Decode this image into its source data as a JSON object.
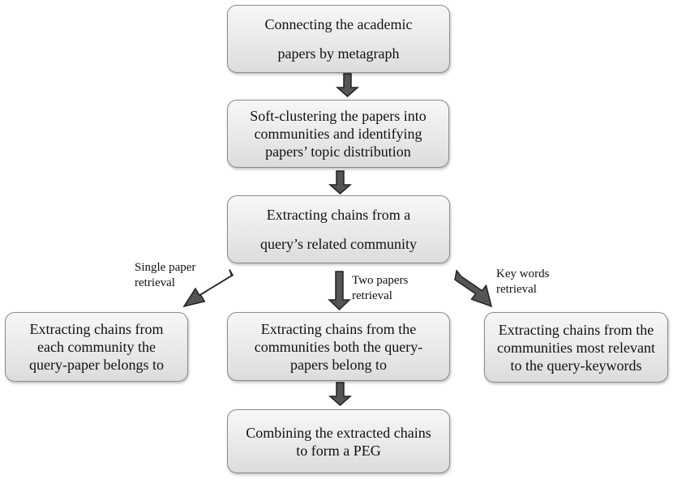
{
  "boxes": {
    "step1": [
      "Connecting the academic",
      "papers  by metagraph"
    ],
    "step2": [
      "Soft-clustering the papers into",
      "communities and identifying",
      "papers’ topic distribution"
    ],
    "step3": [
      "Extracting chains from a",
      "query’s related community"
    ],
    "single": [
      "Extracting chains from",
      "each community the",
      "query-paper belongs to"
    ],
    "two": [
      "Extracting chains from the",
      "communities both the query-",
      "papers belong to"
    ],
    "keywords": [
      "Extracting chains from the",
      "communities most relevant",
      "to the query-keywords"
    ],
    "combine": [
      "Combining the extracted chains",
      "to form a PEG"
    ]
  },
  "branch_labels": {
    "single": [
      "Single paper",
      "retrieval"
    ],
    "two": [
      "Two papers",
      "retrieval"
    ],
    "keywords": [
      "Key words",
      "retrieval"
    ]
  },
  "colors": {
    "arrow_fill": "#555555",
    "arrow_stroke": "#222222",
    "box_border": "#8a8a8a"
  }
}
